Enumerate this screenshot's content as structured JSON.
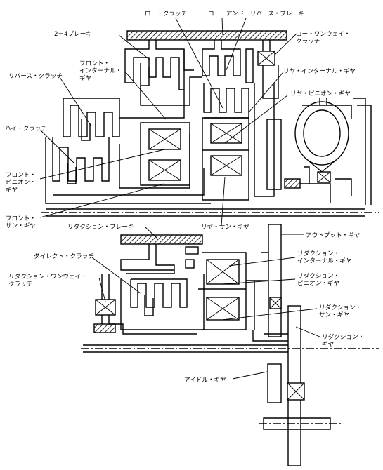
{
  "labels": {
    "low_clutch": "ロー・クラッチ",
    "low_and_reverse_brake": "ロー　アンド　リバース・ブレーキ",
    "brake_2_4": "2－4ブレーキ",
    "low_one_way_clutch": "ロー・ワンウェイ・\nクラッチ",
    "front_internal_gear": "フロント・\nインターナル・\nギヤ",
    "rear_internal_gear": "リヤ・インターナル・ギヤ",
    "reverse_clutch": "リバース・クラッチ",
    "rear_pinion_gear": "リヤ・ピニオン・ギヤ",
    "high_clutch": "ハイ・クラッチ",
    "front_pinion_gear": "フロント・\nピニオン・\nギヤ",
    "front_sun_gear": "フロント・\nサン・ギヤ",
    "rear_sun_gear": "リヤ・サン・ギヤ",
    "reduction_brake": "リダクション・ブレーキ",
    "output_gear": "アウトプット・ギヤ",
    "direct_clutch": "ダイレクト・クラッチ",
    "reduction_internal_gear": "リダクション・\nインターナル・ギヤ",
    "reduction_one_way_clutch": "リダクション・ワンウェイ・\nクラッチ",
    "reduction_pinion_gear": "リダクション・\nピニオン・ギヤ",
    "reduction_sun_gear": "リダクション・\nサン・ギヤ",
    "reduction_gear": "リダクション・\nギヤ",
    "idler_gear": "アイドル・ギヤ"
  }
}
